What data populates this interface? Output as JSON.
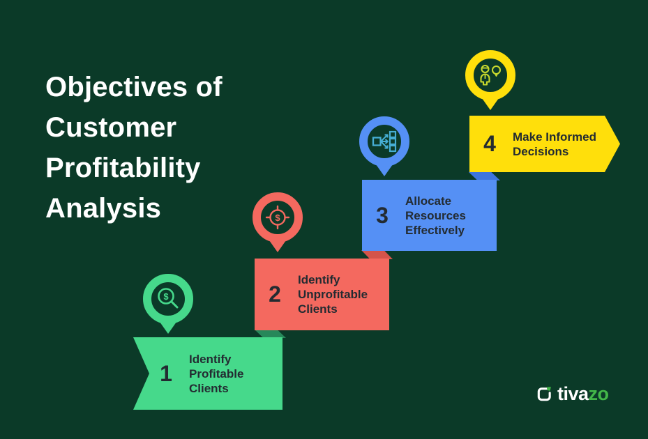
{
  "title": "Objectives of\nCustomer\nProfitability\nAnalysis",
  "colors": {
    "background": "#0b3a28",
    "title_text": "#ffffff",
    "step_text": "#232b31",
    "logo_green": "#43b649",
    "logo_white": "#ffffff"
  },
  "steps": [
    {
      "number": "1",
      "label": "Identify\nProfitable\nClients",
      "color": "#46d98b",
      "fold_color": "#27885a",
      "icon": "magnifier-dollar-icon",
      "icon_color": "#46d98b"
    },
    {
      "number": "2",
      "label": "Identify\nUnprofitable\nClients",
      "color": "#f4695f",
      "fold_color": "#d4544b",
      "icon": "target-dollar-icon",
      "icon_color": "#f4695f"
    },
    {
      "number": "3",
      "label": "Allocate\nResources\nEffectively",
      "color": "#5590f5",
      "fold_color": "#3d74de",
      "icon": "distribution-icon",
      "icon_color": "#46aed4"
    },
    {
      "number": "4",
      "label": "Make Informed\nDecisions",
      "color": "#ffdf0b",
      "fold_color": "#3d74de",
      "icon": "people-idea-icon",
      "icon_color": "#c8d92e"
    }
  ],
  "logo": {
    "text_white": "tiva",
    "text_green": "zo"
  }
}
